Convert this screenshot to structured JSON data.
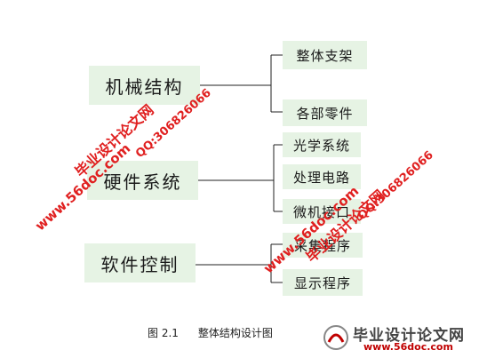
{
  "diagram": {
    "main_nodes": [
      {
        "label": "机械结构"
      },
      {
        "label": "硬件系统"
      },
      {
        "label": "软件控制"
      }
    ],
    "leaves": [
      {
        "label": "整体支架"
      },
      {
        "label": "各部零件"
      },
      {
        "label": "光学系统"
      },
      {
        "label": "处理电路"
      },
      {
        "label": "微机接口"
      },
      {
        "label": "采集程序"
      },
      {
        "label": "显示程序"
      }
    ]
  },
  "caption": {
    "number": "图 2.1",
    "title": "整体结构设计图"
  },
  "watermarks": {
    "url": "www.56doc.com",
    "qq": "QQ:306826066",
    "cn": "毕业设计论文网"
  },
  "footer": {
    "cn": "毕业设计论文网",
    "url": "www.56doc.com"
  },
  "colors": {
    "box_fill": "#e6f3e4",
    "line": "#222222",
    "watermark": "#e02020"
  }
}
